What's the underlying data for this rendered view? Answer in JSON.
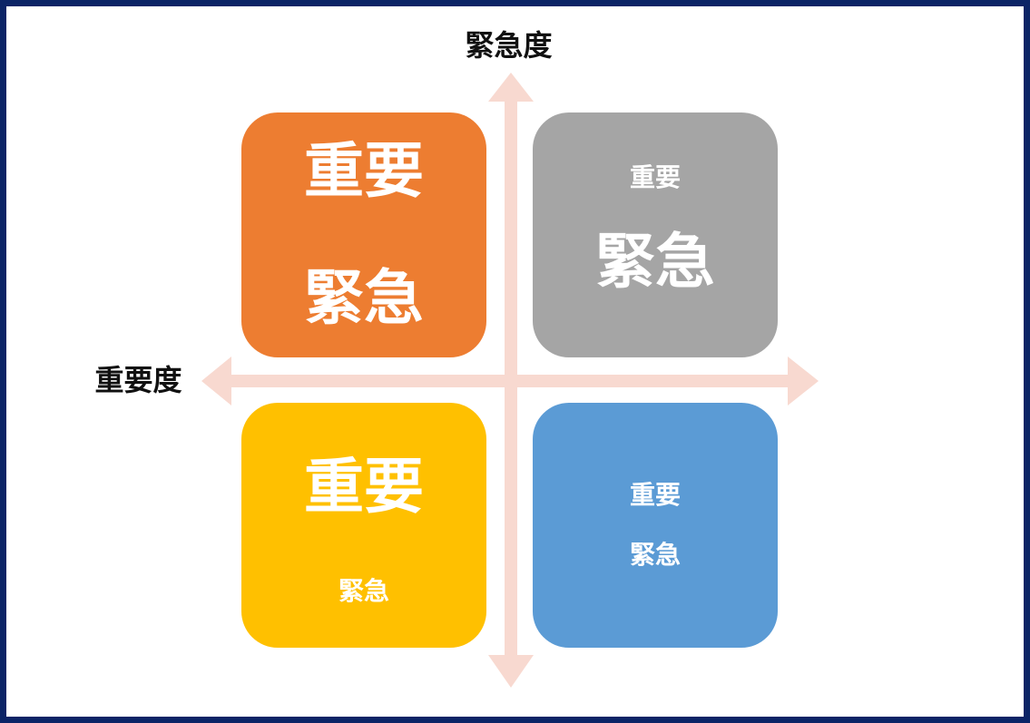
{
  "axes": {
    "vertical_label": "緊急度",
    "horizontal_label": "重要度",
    "arrow_color": "#f8d9d0"
  },
  "quadrants": {
    "top_left": {
      "line1": "重要",
      "line2": "緊急",
      "color": "#ed7d31"
    },
    "top_right": {
      "line1": "重要",
      "line2": "緊急",
      "color": "#a5a5a5"
    },
    "bottom_left": {
      "line1": "重要",
      "line2": "緊急",
      "color": "#ffc000"
    },
    "bottom_right": {
      "line1": "重要",
      "line2": "緊急",
      "color": "#5b9bd5"
    }
  },
  "frame_color": "#0b2466"
}
